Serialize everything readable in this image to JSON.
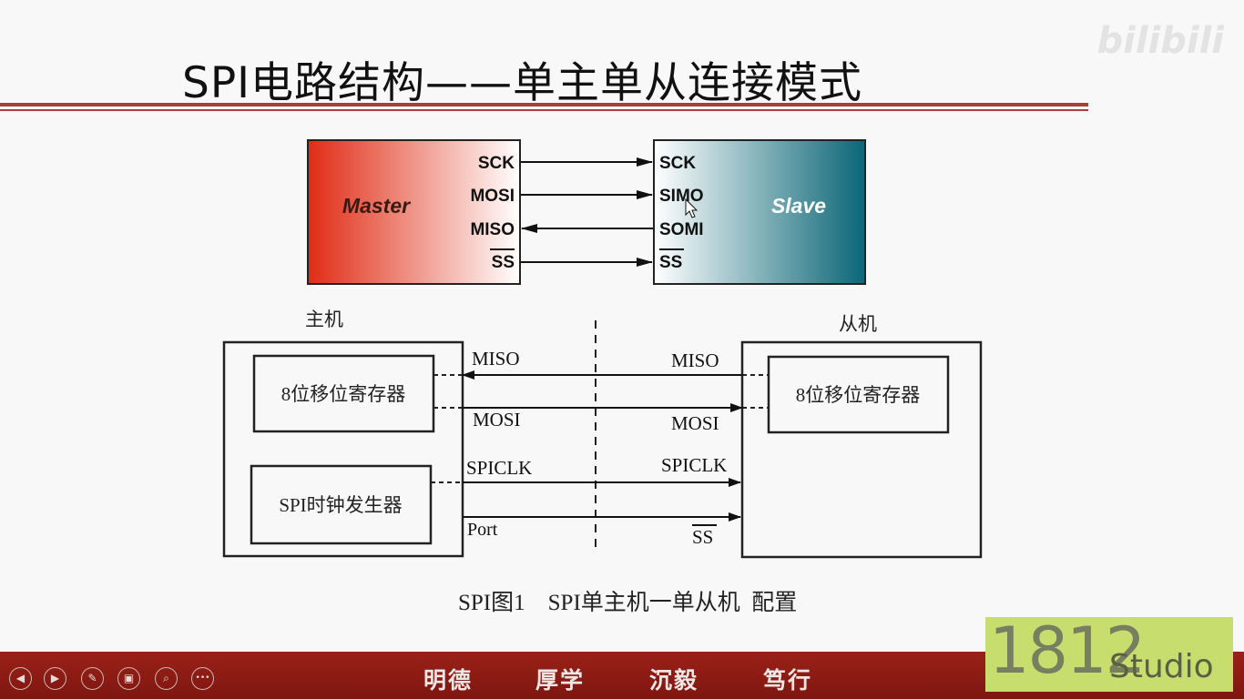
{
  "slide": {
    "title": "SPI电路结构——单主单从连接模式",
    "watermark": "bilibili"
  },
  "top_diagram": {
    "master_label": "Master",
    "slave_label": "Slave",
    "master_pins": [
      "SCK",
      "MOSI",
      "MISO",
      "SS"
    ],
    "slave_pins": [
      "SCK",
      "SIMO",
      "SOMI",
      "SS"
    ],
    "colors": {
      "master_light": "#ffffff",
      "master_dark": "#e02c14",
      "slave_light": "#ffffff",
      "slave_dark": "#0a6677"
    }
  },
  "bottom_diagram": {
    "host_label": "主机",
    "slave_label": "从机",
    "master_shift_register": "8位移位寄存器",
    "slave_shift_register": "8位移位寄存器",
    "clock_generator": "SPI时钟发生器",
    "signals": {
      "miso_left": "MISO",
      "miso_right": "MISO",
      "mosi_left": "MOSI",
      "mosi_right": "MOSI",
      "spiclk_left": "SPICLK",
      "spiclk_right": "SPICLK",
      "port_left": "Port",
      "ss_right": "SS"
    },
    "caption": "SPI图1    SPI单主机一单从机  配置"
  },
  "footer": {
    "motto": [
      "明德",
      "厚学",
      "沉毅",
      "笃行"
    ],
    "nav_icons": [
      "prev-icon",
      "next-icon",
      "pen-icon",
      "slides-icon",
      "zoom-icon",
      "more-icon"
    ],
    "nav_glyphs": [
      "◀",
      "▶",
      "✎",
      "▣",
      "⌕",
      "•••"
    ],
    "studio_number": "1812",
    "studio_word": "Studio"
  }
}
